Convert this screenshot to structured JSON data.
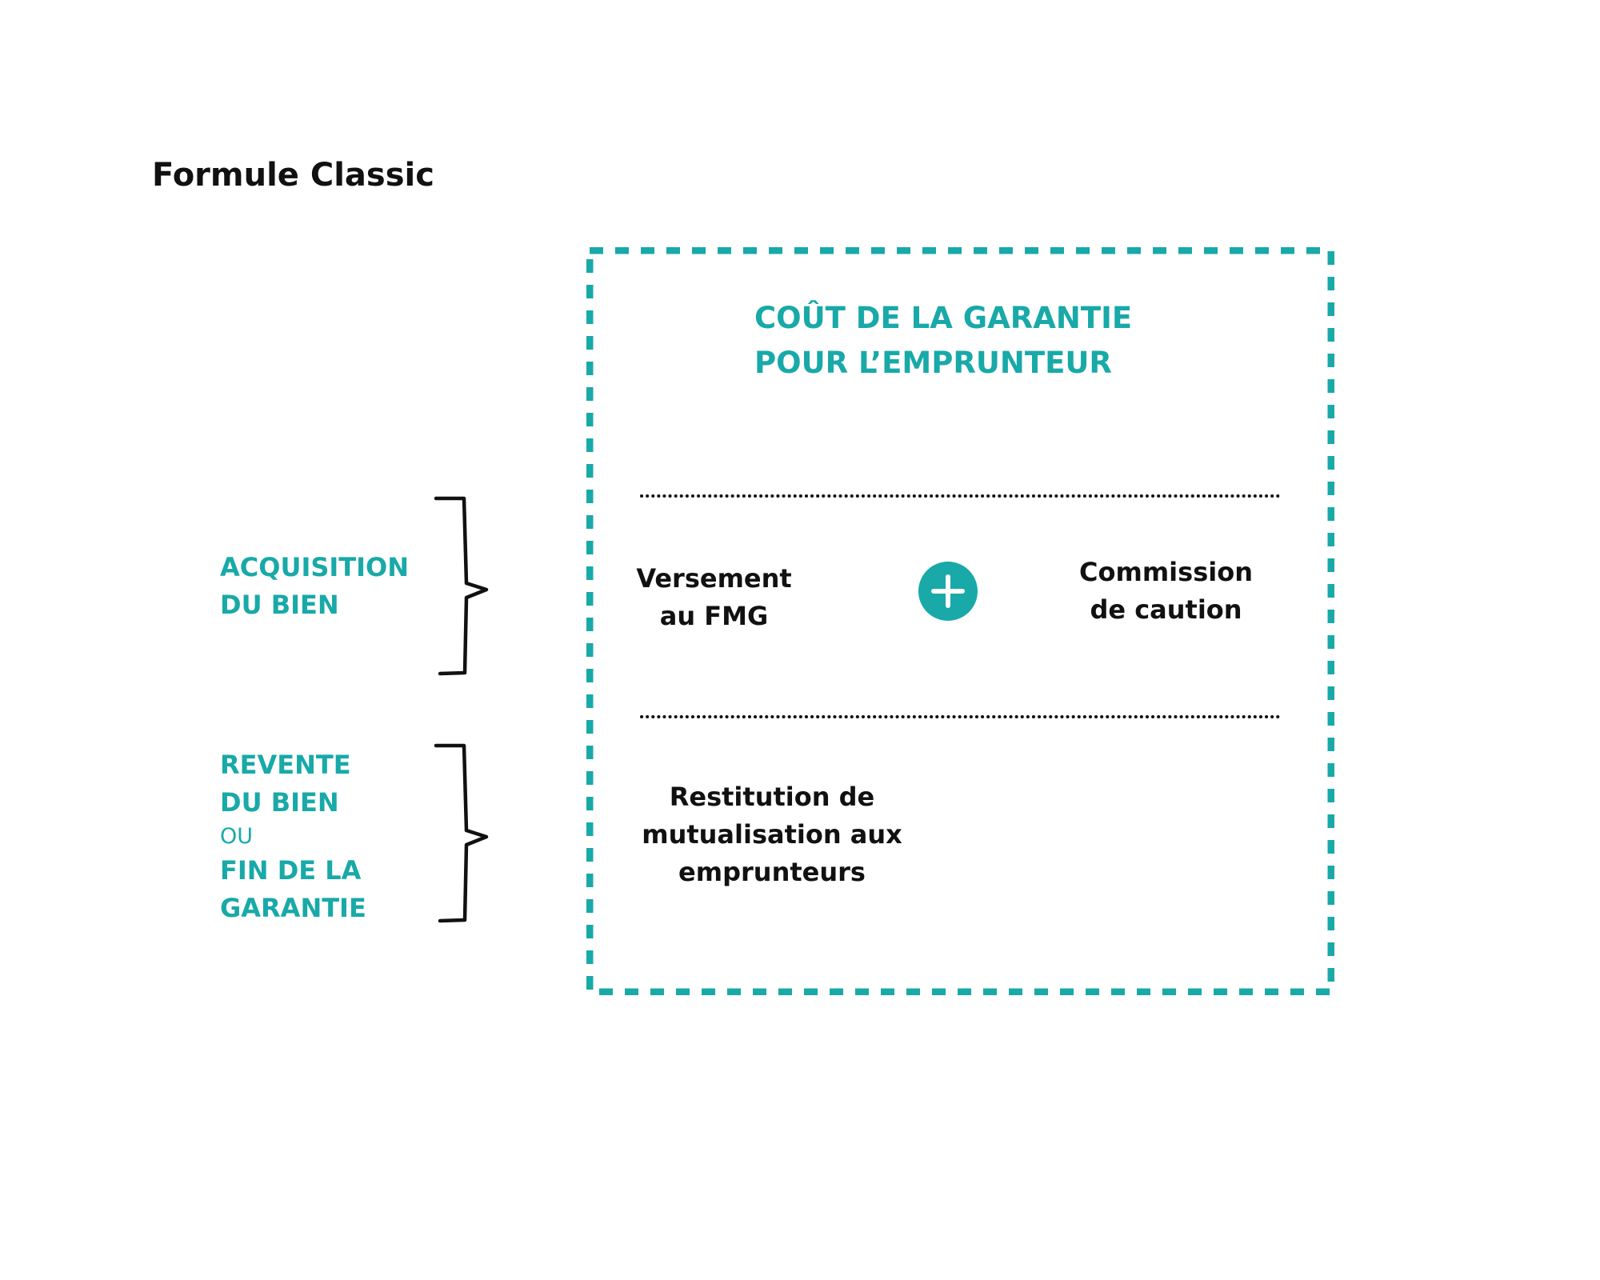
{
  "title": "Formule Classic",
  "colors": {
    "accent": "#18a9a8",
    "text": "#111111",
    "background": "#ffffff"
  },
  "box": {
    "title_line1": "COÛT DE LA GARANTIE",
    "title_line2": "POUR L’EMPRUNTEUR",
    "payment_line1": "Versement",
    "payment_line2": "au FMG",
    "operator_icon": "plus-circle-icon",
    "commission_line1": "Commission",
    "commission_line2": "de caution",
    "restitution_line1": "Restitution de",
    "restitution_line2": "mutualisation aux",
    "restitution_line3": "emprunteurs"
  },
  "phases": {
    "acquisition_line1": "ACQUISITION",
    "acquisition_line2": "DU BIEN",
    "resale_line1": "REVENTE",
    "resale_line2": "DU BIEN",
    "or_word": "OU",
    "end_line1": "FIN DE LA",
    "end_line2": "GARANTIE"
  }
}
